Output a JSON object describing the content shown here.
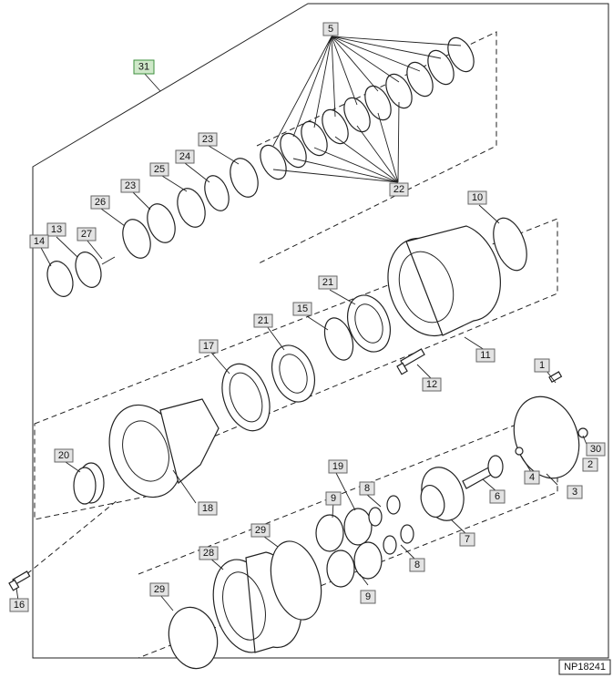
{
  "figure_id": "NP18241",
  "callouts": [
    "1",
    "2",
    "3",
    "4",
    "5",
    "6",
    "7",
    "8",
    "8",
    "9",
    "9",
    "10",
    "11",
    "12",
    "13",
    "14",
    "15",
    "16",
    "17",
    "18",
    "19",
    "20",
    "21",
    "21",
    "22",
    "23",
    "23",
    "24",
    "25",
    "26",
    "27",
    "28",
    "29",
    "29",
    "30",
    "31"
  ]
}
